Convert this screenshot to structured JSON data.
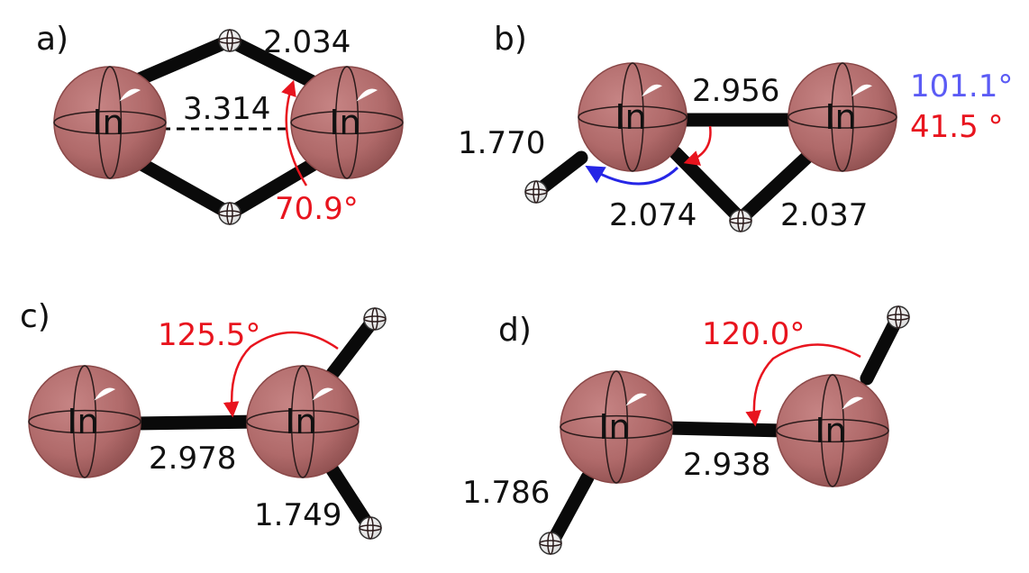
{
  "colors": {
    "indium": "#b06a6a",
    "indium_shade": "#8a4848",
    "hydrogen": "#ffffff",
    "bond": "#0a0a0a",
    "angle_red": "#e8141e",
    "angle_blue": "#5b5bf5"
  },
  "atom_symbols": {
    "indium": "In"
  },
  "panels": {
    "a": {
      "label": "a)",
      "bond_in_h": "2.034",
      "in_in_distance": "3.314",
      "angle": "70.9°"
    },
    "b": {
      "label": "b)",
      "in_in_bond": "2.956",
      "in_h_terminal": "1.770",
      "bridge_left": "2.074",
      "bridge_right": "2.037",
      "angle_blue": "101.1°",
      "angle_red": "41.5 °"
    },
    "c": {
      "label": "c)",
      "angle": "125.5°",
      "in_in_bond": "2.978",
      "in_h_bond": "1.749"
    },
    "d": {
      "label": "d)",
      "angle": "120.0°",
      "in_in_bond": "2.938",
      "in_h_bond": "1.786"
    }
  }
}
